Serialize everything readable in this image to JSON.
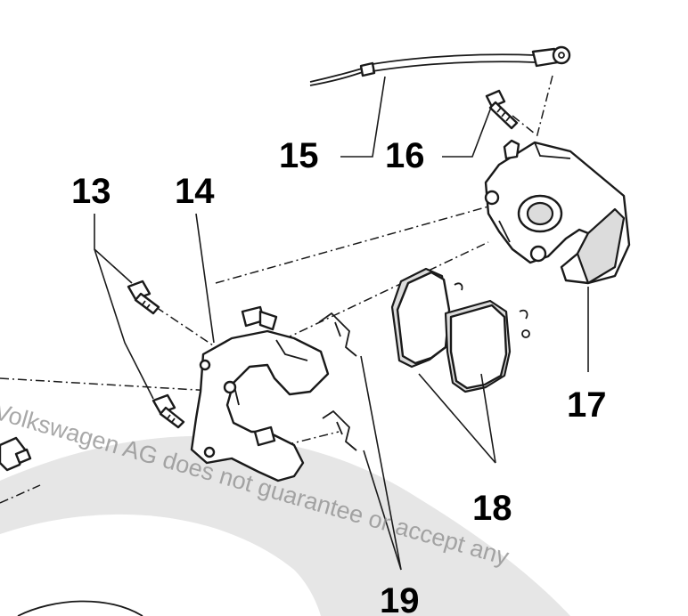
{
  "diagram": {
    "watermark_text": "Volkswagen AG does not guarantee or accept any",
    "callouts": [
      {
        "id": "13",
        "label": "13"
      },
      {
        "id": "14",
        "label": "14"
      },
      {
        "id": "15",
        "label": "15"
      },
      {
        "id": "16",
        "label": "16"
      },
      {
        "id": "17",
        "label": "17"
      },
      {
        "id": "18",
        "label": "18"
      },
      {
        "id": "19",
        "label": "19"
      }
    ],
    "colors": {
      "background": "#ffffff",
      "watermark_band": "#e6e6e6",
      "line_art": "#1a1a1a",
      "part_shade": "#dcdcdc",
      "watermark_text": "#8c8c8c"
    }
  }
}
